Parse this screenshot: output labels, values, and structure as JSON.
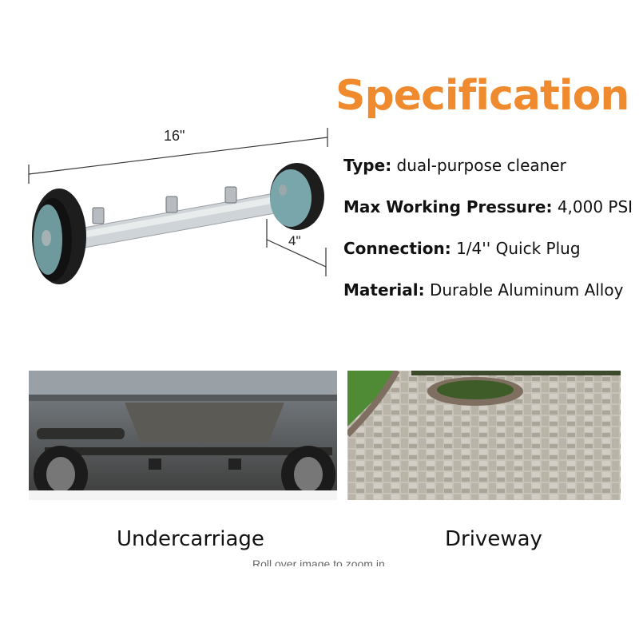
{
  "product": {
    "length_label": "16\"",
    "wheel_label": "4\""
  },
  "spec": {
    "title": "Specification",
    "title_color": "#f08a2e",
    "rows": [
      {
        "label": "Type:",
        "value": "dual-purpose cleaner"
      },
      {
        "label": "Max Working Pressure:",
        "value": "4,000 PSI"
      },
      {
        "label": "Connection:",
        "value": "1/4'' Quick Plug"
      },
      {
        "label": "Material:",
        "value": "Durable Aluminum Alloy"
      }
    ]
  },
  "uses": {
    "undercarriage_caption": "Undercarriage",
    "driveway_caption": "Driveway"
  },
  "zoom_hint": "Roll over image to zoom in"
}
